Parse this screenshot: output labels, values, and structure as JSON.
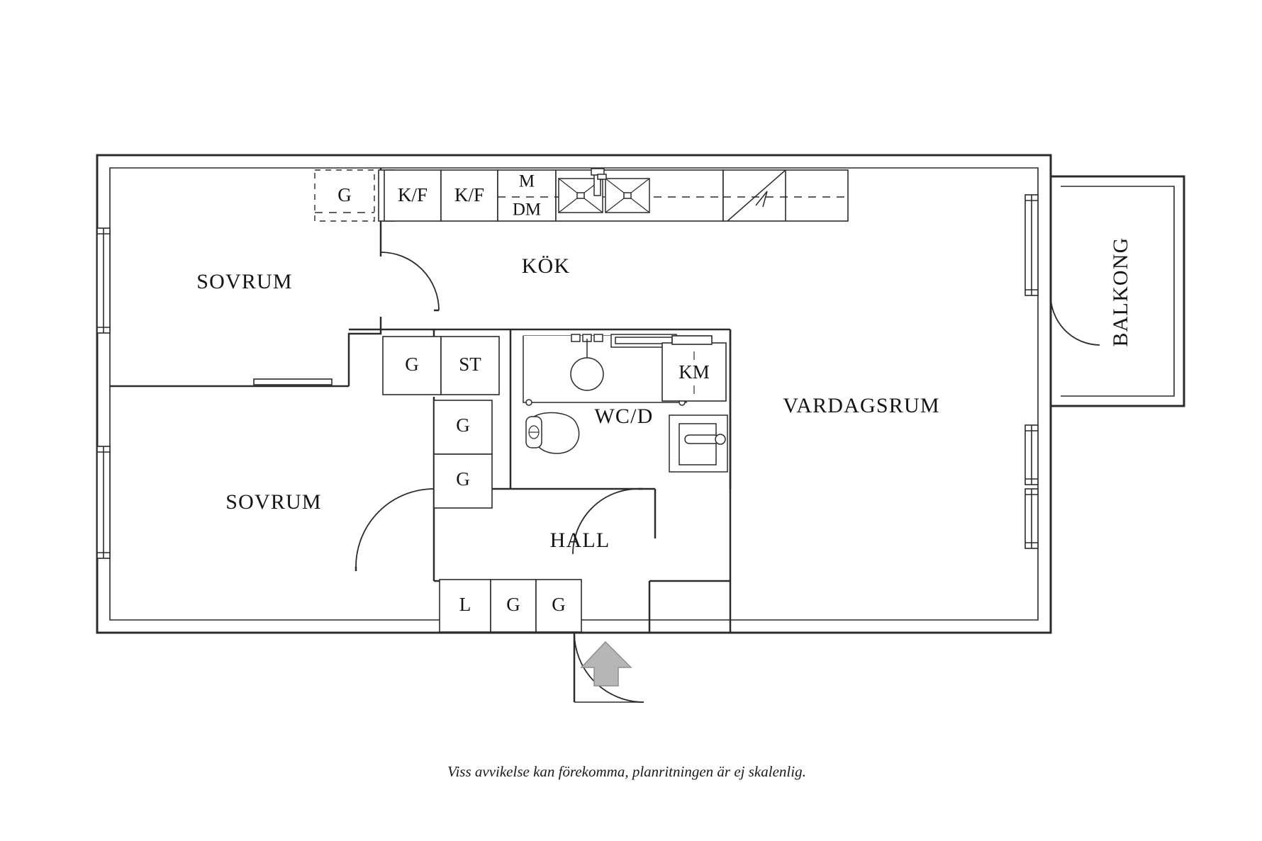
{
  "document": {
    "type": "floor-plan",
    "language": "sv",
    "caption": "Viss avvikelse kan förekomma, planritningen är ej skalenlig.",
    "background_color": "#ffffff",
    "line_color": "#2b2b2b",
    "arrow_color": "#b6b6b6"
  },
  "rooms": [
    {
      "id": "sovrum-1",
      "label": "SOVRUM"
    },
    {
      "id": "sovrum-2",
      "label": "SOVRUM"
    },
    {
      "id": "kok",
      "label": "KÖK"
    },
    {
      "id": "wc-d",
      "label": "WC/D"
    },
    {
      "id": "hall",
      "label": "HALL"
    },
    {
      "id": "vardagsrum",
      "label": "VARDAGSRUM"
    },
    {
      "id": "balkong",
      "label": "BALKONG"
    }
  ],
  "storage": {
    "kitchen_row": [
      {
        "id": "g-dashed",
        "label": "G"
      },
      {
        "id": "kf-1",
        "label": "K/F"
      },
      {
        "id": "kf-2",
        "label": "K/F"
      },
      {
        "id": "m-dm-top",
        "label": "M"
      },
      {
        "id": "m-dm-bottom",
        "label": "DM"
      }
    ],
    "hall_upper": [
      {
        "id": "g-st-g",
        "label": "G"
      },
      {
        "id": "g-st-st",
        "label": "ST"
      }
    ],
    "hall_column": [
      {
        "id": "col-g-1",
        "label": "G"
      },
      {
        "id": "col-g-2",
        "label": "G"
      }
    ],
    "hall_lower": [
      {
        "id": "low-l",
        "label": "L"
      },
      {
        "id": "low-g-1",
        "label": "G"
      },
      {
        "id": "low-g-2",
        "label": "G"
      }
    ],
    "bathroom": [
      {
        "id": "km",
        "label": "KM"
      }
    ]
  },
  "fixtures": [
    {
      "id": "sink-basin-left",
      "name": "kitchen-sink-basin"
    },
    {
      "id": "sink-basin-right",
      "name": "kitchen-sink-basin"
    },
    {
      "id": "faucet",
      "name": "kitchen-faucet"
    },
    {
      "id": "stove",
      "name": "stove-hob"
    },
    {
      "id": "shower",
      "name": "shower-enclosure"
    },
    {
      "id": "shower-head",
      "name": "shower-head"
    },
    {
      "id": "toilet",
      "name": "toilet"
    },
    {
      "id": "washbasin",
      "name": "wash-basin"
    },
    {
      "id": "entry-arrow",
      "name": "entrance-direction-arrow"
    }
  ],
  "windows": {
    "count": 5,
    "positions": [
      "left-upper",
      "left-lower",
      "right-upper",
      "right-middle",
      "right-lower"
    ]
  },
  "doors": {
    "entrance": "front-door",
    "interior": [
      "sovrum-1-door",
      "sovrum-2-door",
      "balcony-door"
    ]
  }
}
